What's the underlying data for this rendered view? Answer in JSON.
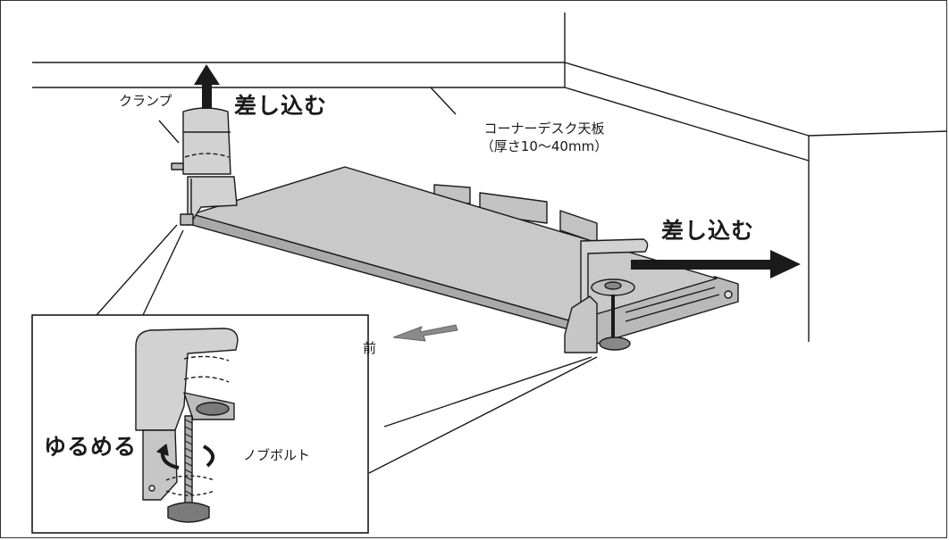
{
  "labels": {
    "clamp": "クランプ",
    "insert_left": "差し込む",
    "insert_right": "差し込む",
    "desk_top_line1": "コーナーデスク天板",
    "desk_top_line2": "（厚さ10〜40mm）",
    "front": "前",
    "loosen": "ゆるめる",
    "knob_bolt": "ノブボルト"
  },
  "colors": {
    "line": "#1a1a1a",
    "board_fill": "#c9c9c9",
    "board_edge": "#a9a9a9",
    "metal_fill": "#d2d2d2",
    "dark_fill": "#7a7a7a",
    "arrow": "#1a1a1a",
    "front_arrow": "#8a8a8a"
  }
}
